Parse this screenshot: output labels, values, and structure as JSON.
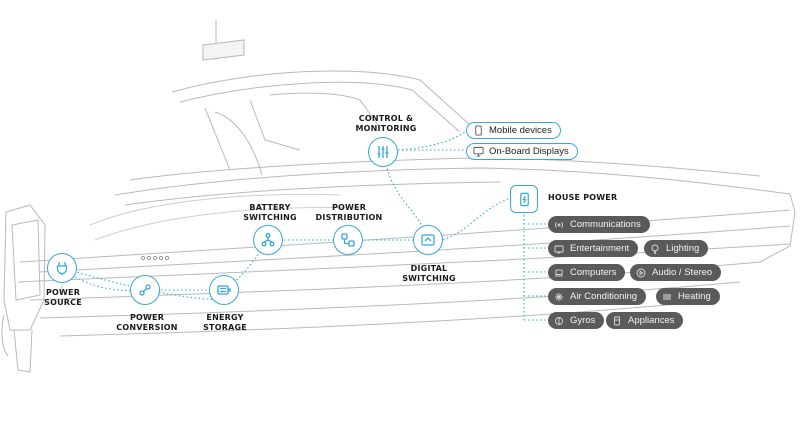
{
  "nodes": {
    "power_source": "POWER\nSOURCE",
    "power_conversion": "POWER\nCONVERSION",
    "energy_storage": "ENERGY\nSTORAGE",
    "battery_switching": "BATTERY\nSWITCHING",
    "power_distribution": "POWER\nDISTRIBUTION",
    "digital_switching": "DIGITAL\nSWITCHING",
    "control_monitoring": "CONTROL &\nMONITORING",
    "house_power": "HOUSE POWER"
  },
  "outputs": {
    "mobile_devices": "Mobile devices",
    "onboard_displays": "On-Board Displays"
  },
  "loads": {
    "communications": "Communications",
    "entertainment": "Entertainment",
    "lighting": "Lighting",
    "computers": "Computers",
    "audio_stereo": "Audio / Stereo",
    "air_conditioning": "Air Conditioning",
    "heating": "Heating",
    "gyros": "Gyros",
    "appliances": "Appliances"
  },
  "colors": {
    "accent": "#35a8dc",
    "pill": "#5a5a5a",
    "hull_line": "#b8b8b8"
  }
}
